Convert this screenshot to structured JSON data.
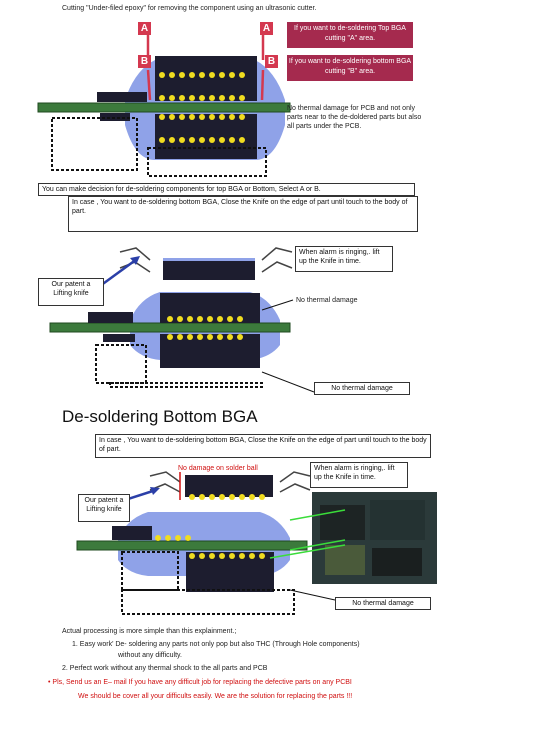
{
  "intro": "Cutting \"Under-filed epoxy\" for removing the component using an ultrasonic cutter.",
  "tags": {
    "a": "A",
    "b": "B"
  },
  "callouts": {
    "top_a": "If you want to de-soldering Top BGA cutting \"A\" area.",
    "bottom_b": "If you want to de-soldering bottom BGA cutting \"B\" area."
  },
  "no_damage_text": "No thermal damage for PCB and not only parts near to the de-doldered parts but also all parts under the PCB.",
  "decision": "You can make decision for de-soldering components for top BGA or Bottom, Select A or B.",
  "incase": "In case , You want to de-soldering bottom BGA, Close the Knife on the edge of part until touch to the body of part.",
  "alarm": "When alarm is ringing,. lift up the Knife in time.",
  "patent": "Our patent a Lifting knife",
  "no_thermal_damage": "No thermal damage",
  "heading": "De-soldering Bottom BGA",
  "no_damage_solder": "No damage on solder ball",
  "footer": {
    "line1": "Actual processing is more simple than this  explainment.;",
    "line2": "1. Easy work' De- soldering any parts not only pop but also THC (Through Hole components)",
    "line3": "without any difficulty.",
    "line4": "2. Perfect work without any thermal shock to the all parts and PCB",
    "line5": "• Pls,  Send us an E– mail If you have any difficult job for replacing the defective parts on any PCBI",
    "line6": "We should be cover all your difficults easily. We are the solution for replacing the parts !!!"
  },
  "colors": {
    "pcb": "#3c7a3c",
    "chip": "#1d1d2f",
    "epoxy": "#8fa2e8",
    "ball": "#f0dc20",
    "accent": "#d4384f"
  }
}
